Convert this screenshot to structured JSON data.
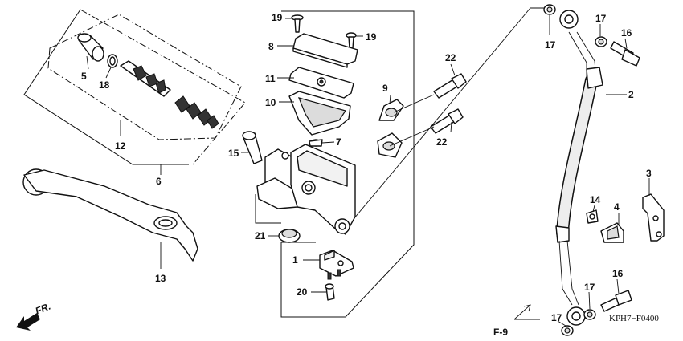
{
  "diagram": {
    "code": "KPH7−F0400",
    "ref": "F-9",
    "fr_label": "FR.",
    "callouts": {
      "c1": "1",
      "c2": "2",
      "c3": "3",
      "c4": "4",
      "c5": "5",
      "c6": "6",
      "c7": "7",
      "c8": "8",
      "c9": "9",
      "c10": "10",
      "c11": "11",
      "c12": "12",
      "c13": "13",
      "c14": "14",
      "c15": "15",
      "c16a": "16",
      "c16b": "16",
      "c17a": "17",
      "c17b": "17",
      "c17c": "17",
      "c17d": "17",
      "c18": "18",
      "c19a": "19",
      "c19b": "19",
      "c20": "20",
      "c21": "21",
      "c22a": "22",
      "c22b": "22"
    }
  }
}
